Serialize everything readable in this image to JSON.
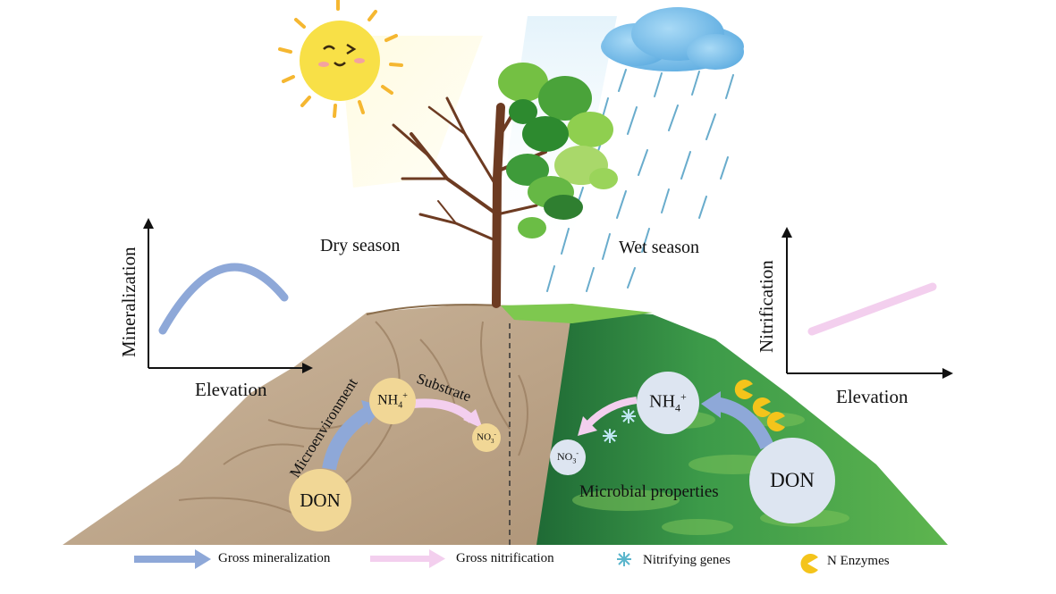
{
  "seasons": {
    "dry": "Dry season",
    "wet": "Wet season"
  },
  "left_graph": {
    "ylabel": "Mineralization",
    "xlabel": "Elevation"
  },
  "right_graph": {
    "ylabel": "Nitrification",
    "xlabel": "Elevation"
  },
  "dry_side": {
    "don": "DON",
    "nh4": {
      "base": "NH",
      "sub": "4",
      "sup": "+"
    },
    "no3": {
      "base": "NO",
      "sub": "3",
      "sup": "-"
    },
    "microenvironment": "Microenvironment",
    "substrate": "Substrate"
  },
  "wet_side": {
    "don": "DON",
    "nh4": {
      "base": "NH",
      "sub": "4",
      "sup": "+"
    },
    "no3": {
      "base": "NO",
      "sub": "3",
      "sup": "-"
    },
    "microbial": "Microbial properties"
  },
  "legend": {
    "gross_mineralization": "Gross mineralization",
    "gross_nitrification": "Gross nitrification",
    "nitrifying_genes": "Nitrifying genes",
    "n_enzymes": "N Enzymes"
  },
  "colors": {
    "mineralization_arrow": "#8ea8d8",
    "nitrification_arrow": "#f3cfee",
    "dry_soil": "#c2ab8e",
    "wet_grass": "#3f9a45",
    "sun": "#f8e047",
    "cloud": "#6cb7e6"
  }
}
